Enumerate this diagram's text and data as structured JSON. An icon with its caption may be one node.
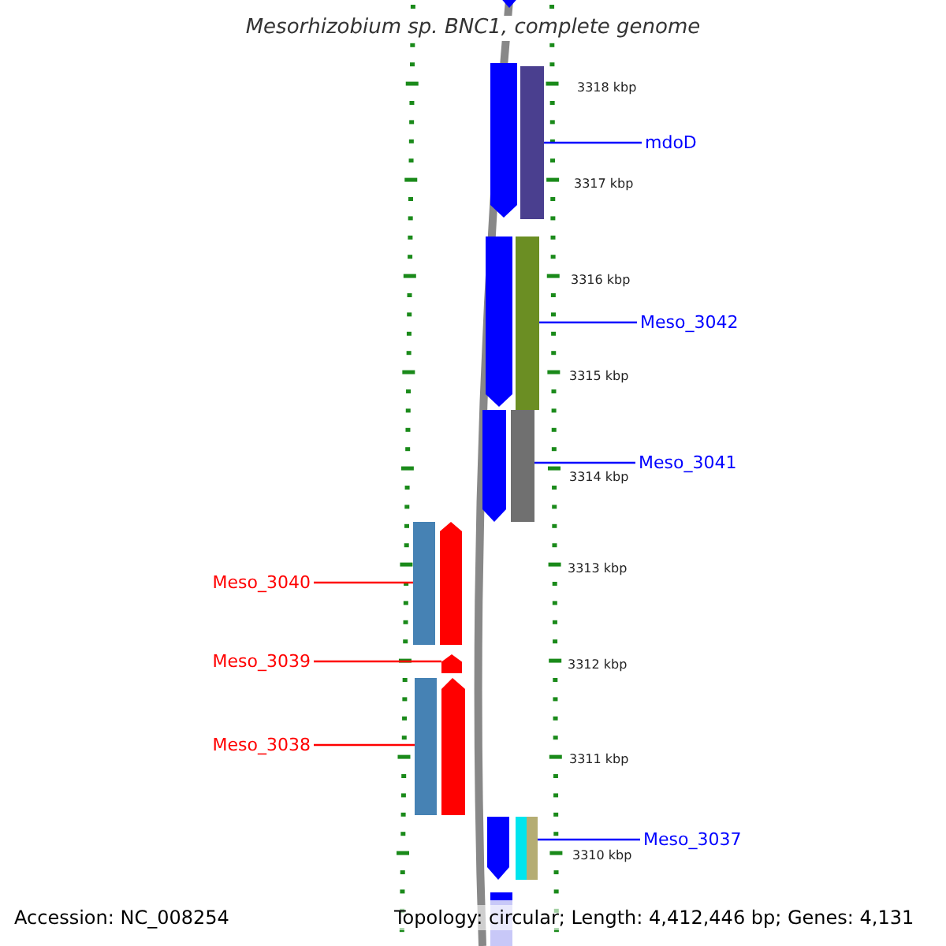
{
  "diagram": {
    "title": "Mesorhizobium sp. BNC1, complete genome",
    "nodes": [
      {
        "text": [
          "mdoD"
        ]
      },
      {
        "text": [],
        "shape": "bar"
      },
      {
        "text": [
          "Meso_3042"
        ]
      },
      {
        "text": [],
        "shape": "bar"
      },
      {
        "text": [
          "Meso_3041"
        ]
      },
      {
        "text": [],
        "shape": "bar"
      },
      {
        "text": [
          "Meso_3040"
        ]
      },
      {
        "text": [],
        "shape": "bar"
      },
      {
        "text": [
          "Meso_3039"
        ]
      },
      {
        "text": [],
        "shape": "arrow"
      },
      {
        "text": [
          "Meso_3038"
        ]
      },
      {
        "text": [],
        "shape": "bar"
      },
      {
        "text": [
          "Meso_3037"
        ]
      },
      {
        "text": [],
        "shape": "bar"
      }
    ],
    "edges": [
      {
        "from": 0,
        "to": 1,
        "arrow": "none"
      },
      {
        "from": 2,
        "to": 3,
        "arrow": "none"
      },
      {
        "from": 4,
        "to": 5,
        "arrow": "none"
      },
      {
        "from": 6,
        "to": 7,
        "arrow": "none",
        "color": "#ff0000"
      },
      {
        "from": 8,
        "to": 9,
        "arrow": "none",
        "color": "#ff0000"
      },
      {
        "from": 10,
        "to": 11,
        "arrow": "none",
        "color": "#ff0000"
      },
      {
        "from": 12,
        "to": 13,
        "arrow": "none"
      }
    ],
    "labels": [
      "3318 kbp",
      "3317 kbp",
      "3316 kbp",
      "3315 kbp",
      "3314 kbp",
      "3313 kbp",
      "3312 kbp",
      "3311 kbp",
      "3310 kbp",
      "Accession: NC_008254",
      "Topology: circular; Length: 4,412,446 bp; Genes: 4,131"
    ]
  }
}
